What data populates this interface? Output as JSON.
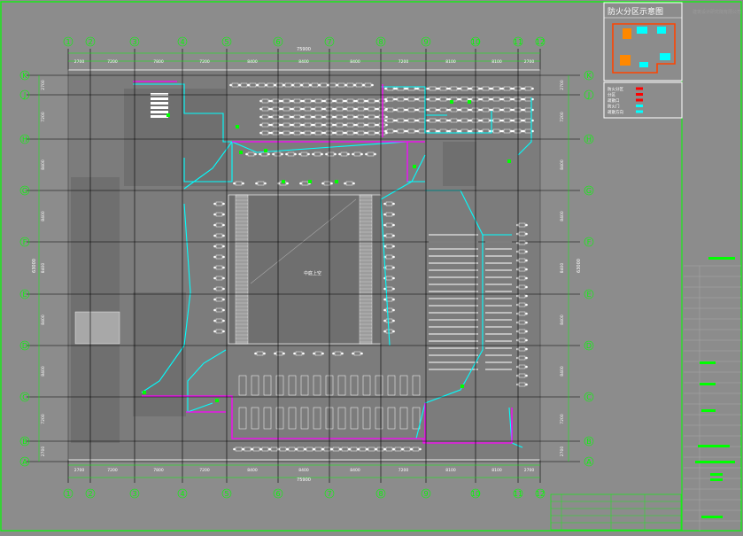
{
  "colors": {
    "background": "#8c8c8c",
    "grid": "#000000",
    "frame": "#00ff00",
    "axis_label": "#00ff00",
    "dims": "#00ff00",
    "furniture": "#ffffff",
    "route_cyan": "#00ffff",
    "route_magenta": "#ff00ff",
    "inset_zone": "#ff4400",
    "fill_dark": "#6f6f6f",
    "fill_mid": "#7c7c7c",
    "fill_light": "#a8a8a8",
    "legend_red": "#ff0000",
    "legend_cyan": "#00ffff"
  },
  "grid": {
    "columns": [
      "1",
      "2",
      "3",
      "4",
      "5",
      "6",
      "7",
      "8",
      "9",
      "10",
      "11",
      "12"
    ],
    "rows": [
      "K",
      "J",
      "H",
      "G",
      "F",
      "E",
      "D",
      "C",
      "B",
      "A"
    ],
    "col_dims": [
      "2700",
      "7200",
      "7800",
      "7200",
      "8400",
      "8400",
      "8400",
      "7200",
      "8100",
      "8100",
      "2700"
    ],
    "row_dims_right": [
      "2700",
      "7200",
      "8400",
      "8400",
      "8400",
      "8400",
      "8400",
      "7200",
      "2700"
    ],
    "row_dims_left": [
      "2700",
      "7200",
      "8400",
      "8400",
      "8400",
      "8400",
      "8400",
      "7200",
      "2700"
    ],
    "total_width": "75900",
    "total_height": "63000"
  },
  "center_label": "中庭上空",
  "inset": {
    "title": "防火分区示意图"
  },
  "legend": {
    "items": [
      {
        "label": "防火分区",
        "color": "#ff0000"
      },
      {
        "label": "分区",
        "color": "#ff0000"
      },
      {
        "label": "疏散口",
        "color": "#ff0000"
      },
      {
        "label": "防火门",
        "color": "#00ffff"
      },
      {
        "label": "疏散方向",
        "color": "#00ffff"
      }
    ]
  },
  "titleblock": {
    "company": "建筑设计研究院有限公司"
  }
}
